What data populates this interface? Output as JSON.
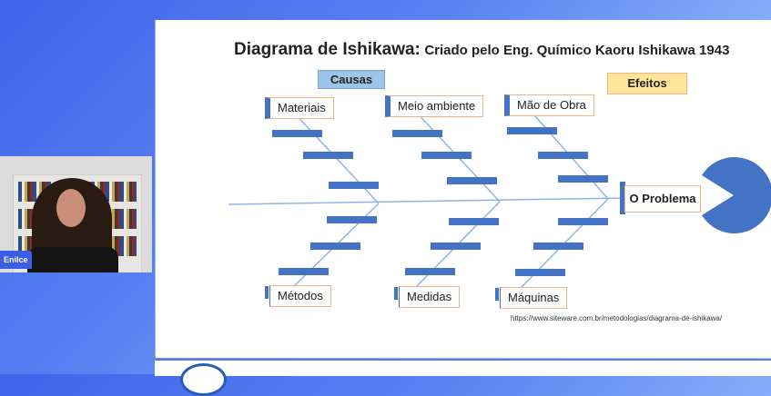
{
  "participant": {
    "name": "Enilce"
  },
  "slide": {
    "title_main": "Diagrama de Ishikawa:",
    "title_sub": "Criado pelo Eng. Químico Kaoru Ishikawa 1943",
    "causes_label": "Causas",
    "effects_label": "Efeitos",
    "problem": "O Problema",
    "categories_top": [
      "Materiais",
      "Meio ambiente",
      "Mão de Obra"
    ],
    "categories_bottom": [
      "Métodos",
      "Medidas",
      "Máquinas"
    ],
    "source_url": "https://www.siteware.com.br/metodologias/diagrama-de-ishikawa/"
  },
  "colors": {
    "bar": "#4472c4",
    "bone": "#8fb4e3",
    "label_border": "#f4b183",
    "causes_bg": "#9dc3e6",
    "effects_bg": "#ffe699"
  }
}
